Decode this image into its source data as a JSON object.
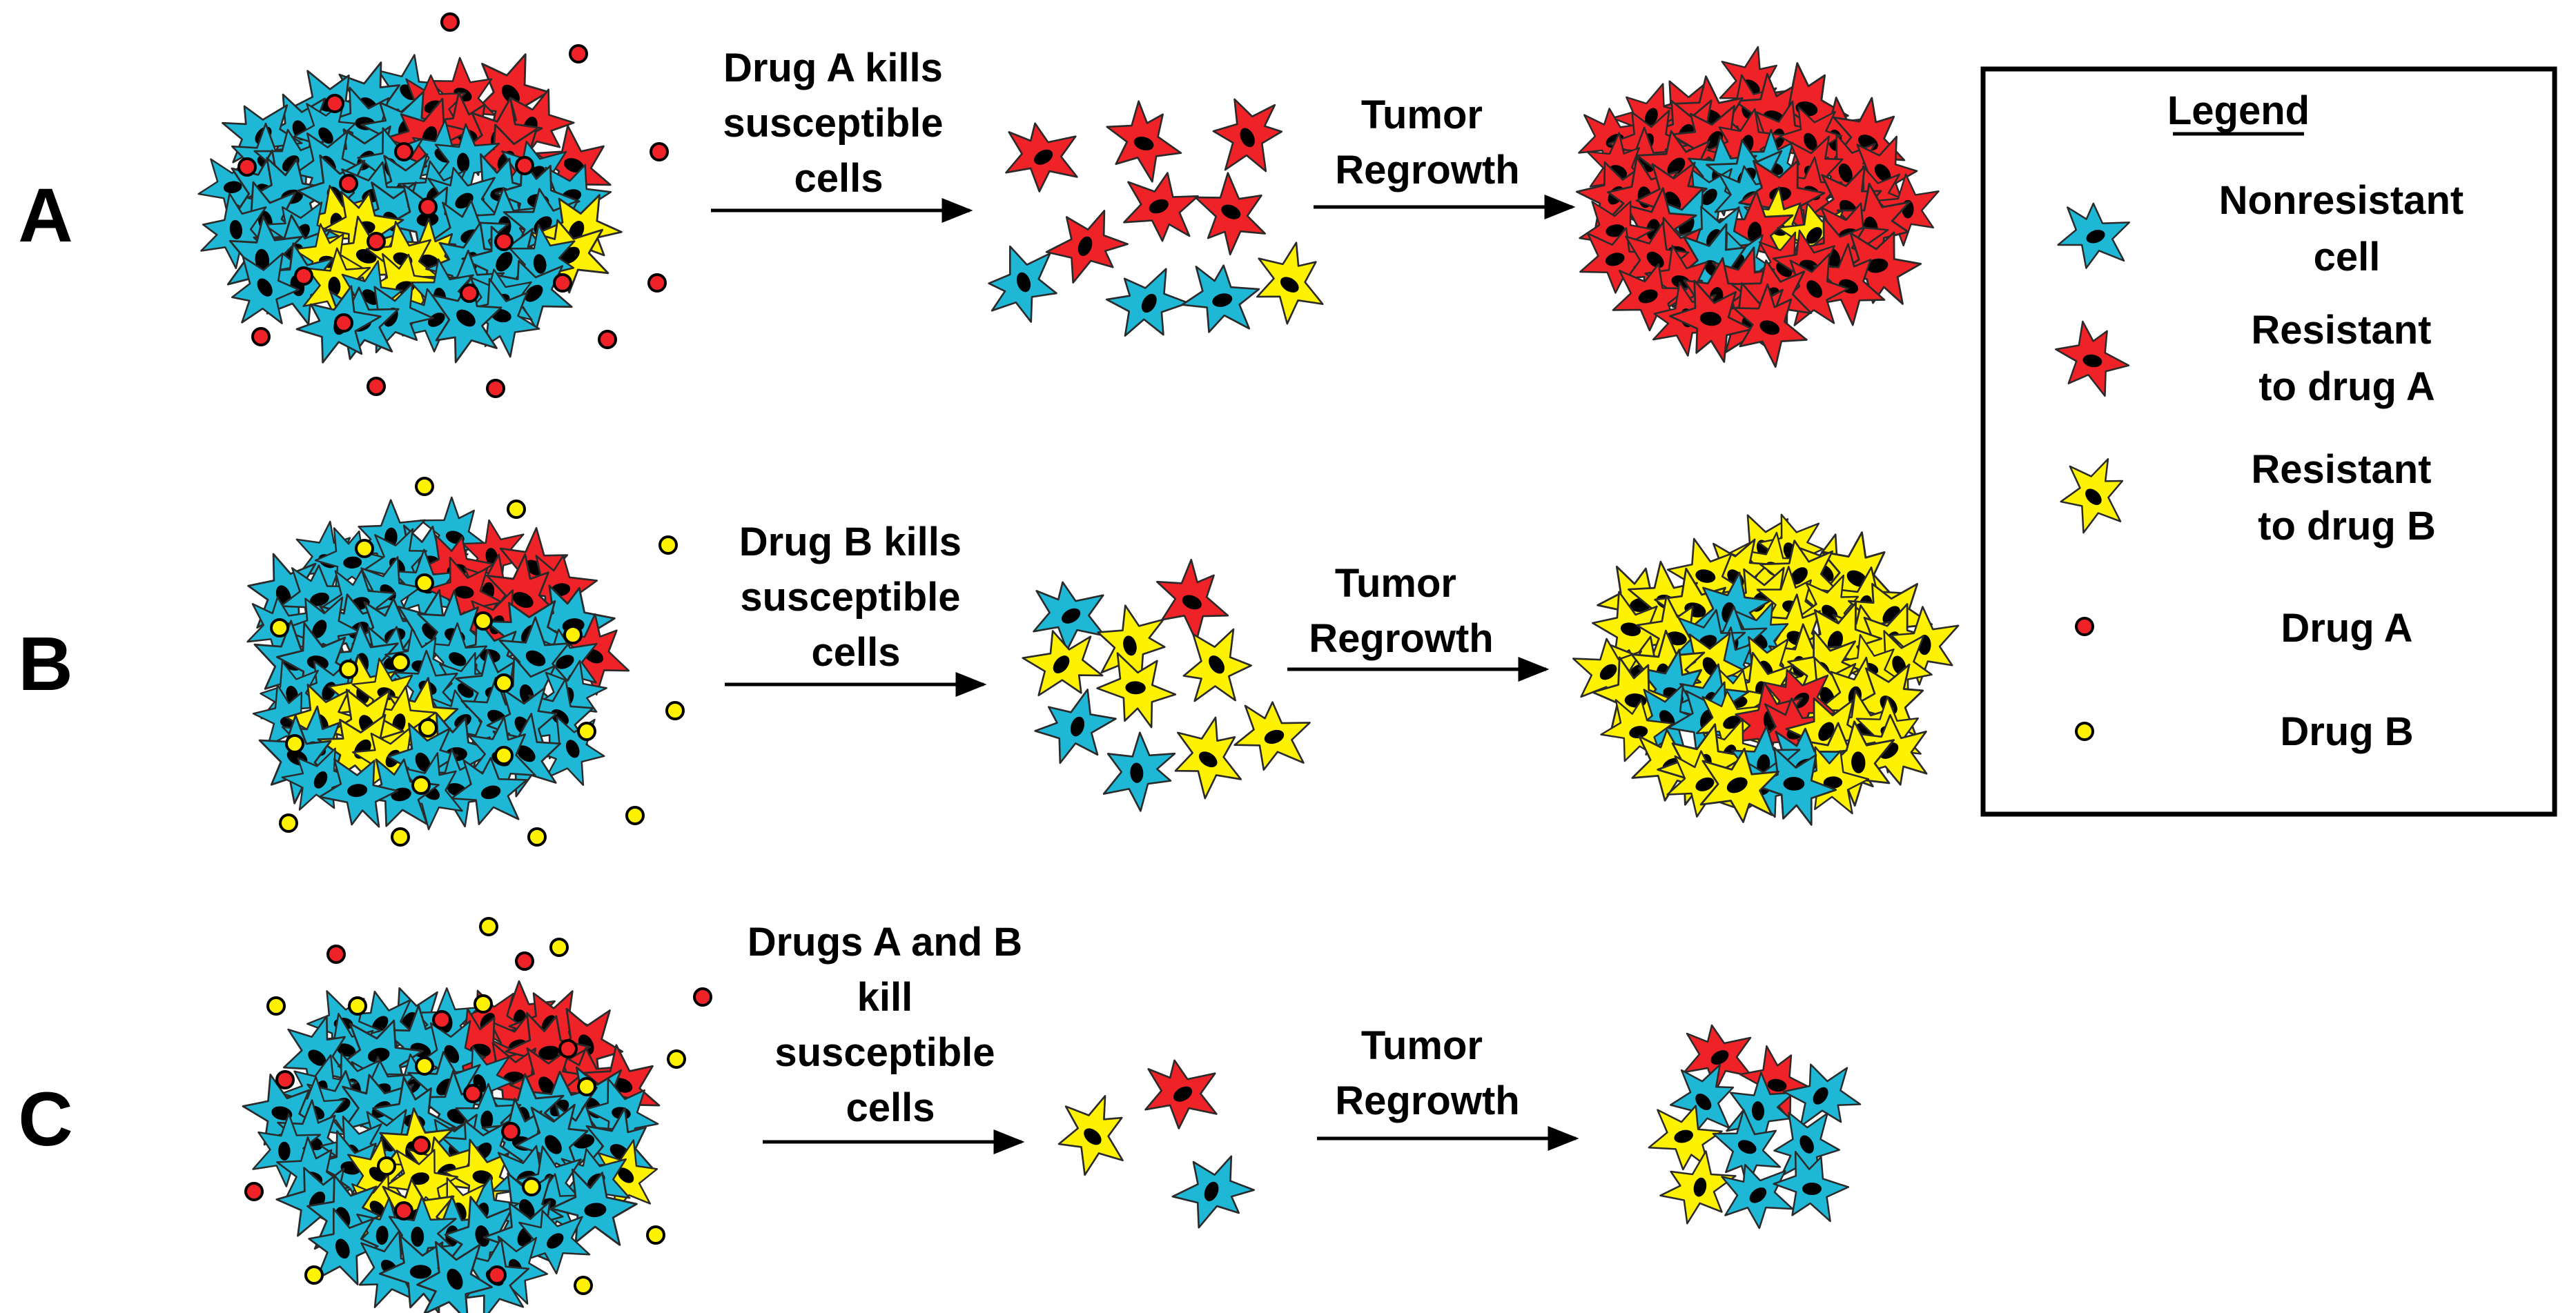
{
  "colors": {
    "nonresistant": "#1fb7d6",
    "resistant_a": "#ee2227",
    "resistant_b": "#fff200",
    "drug_a": "#ee2227",
    "drug_b": "#fff200",
    "ink": "#000000"
  },
  "rows": [
    {
      "letter": "A",
      "step1_label": [
        "Drug A kills",
        "susceptible",
        "cells"
      ],
      "step2_label": [
        "Tumor",
        "Regrowth"
      ]
    },
    {
      "letter": "B",
      "step1_label": [
        "Drug B kills",
        "susceptible",
        "cells"
      ],
      "step2_label": [
        "Tumor",
        "Regrowth"
      ]
    },
    {
      "letter": "C",
      "step1_label": [
        "Drugs A and B",
        "kill",
        "susceptible",
        "cells"
      ],
      "step2_label": [
        "Tumor",
        "Regrowth"
      ]
    }
  ],
  "legend": {
    "title": "Legend",
    "items": [
      {
        "kind": "cell",
        "color_key": "nonresistant",
        "label": [
          "Nonresistant",
          "cell"
        ]
      },
      {
        "kind": "cell",
        "color_key": "resistant_a",
        "label": [
          "Resistant",
          "to drug A"
        ]
      },
      {
        "kind": "cell",
        "color_key": "resistant_b",
        "label": [
          "Resistant",
          "to drug B"
        ]
      },
      {
        "kind": "drug",
        "color_key": "drug_a",
        "label": [
          "Drug A"
        ]
      },
      {
        "kind": "drug",
        "color_key": "drug_b",
        "label": [
          "Drug B"
        ]
      }
    ]
  }
}
